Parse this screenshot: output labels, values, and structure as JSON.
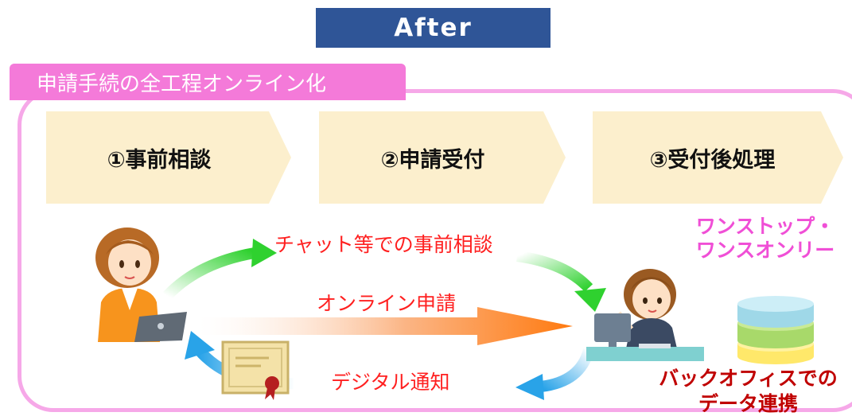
{
  "banner": {
    "title": "After"
  },
  "frame": {
    "tab_label": "申請手続の全工程オンライン化"
  },
  "steps": [
    {
      "label": "①事前相談"
    },
    {
      "label": "②申請受付"
    },
    {
      "label": "③受付後処理"
    }
  ],
  "flows": {
    "chat_consult": "チャット等での事前相談",
    "online_application": "オンライン申請",
    "digital_notice": "デジタル通知"
  },
  "onestop": {
    "line1": "ワンストップ・",
    "line2": "ワンスオンリー"
  },
  "backoffice": {
    "line1": "バックオフィスでの",
    "line2": "データ連携"
  },
  "colors": {
    "banner": "#2f5597",
    "frame_border": "#f6a8e8",
    "tab": "#f47ad9",
    "step_fill": "#fcefcd",
    "flow_text": "#ff2020",
    "onestop_text": "#f04fd6",
    "backoffice_text": "#c00000"
  },
  "icons": {
    "applicant": "woman-with-laptop-icon",
    "clerk": "office-worker-at-desk-icon",
    "database": "database-cylinder-icon",
    "certificate": "certificate-with-seal-icon"
  }
}
